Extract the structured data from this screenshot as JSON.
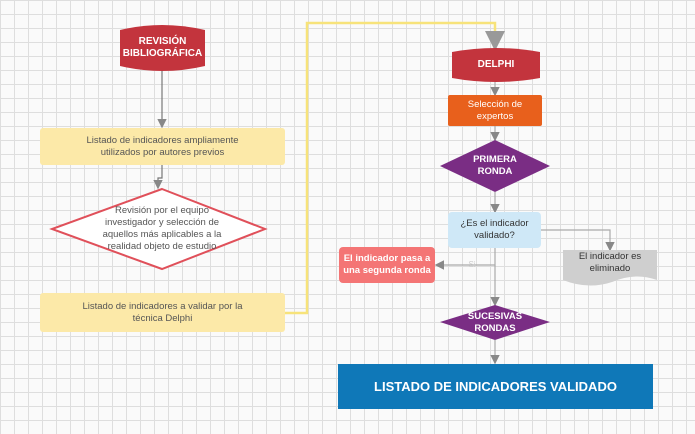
{
  "nodes": {
    "revision": "REVISIÓN BIBLIOGRÁFICA",
    "listado1": "Listado de indicadores ampliamente utilizados por autores previos",
    "revision_equipo": "Revisión por el equipo investigador y selección de aquellos más aplicables a la realidad objeto de estudio",
    "listado2": "Listado de indicadores a validar por la técnica Delphi",
    "delphi": "DELPHI",
    "seleccion": "Selección de expertos",
    "primera": "PRIMERA RONDA",
    "pregunta": "¿Es el indicador validado?",
    "eliminado": "El indicador es eliminado",
    "segunda": "El indicador pasa a una segunda ronda",
    "sucesivas": "SUCESIVAS RONDAS",
    "final": "LISTADO DE INDICADORES VALIDADO"
  },
  "edges": {
    "si_label": "Si"
  },
  "colors": {
    "red": "#c3343d",
    "yellow": "#fce9a8",
    "orange": "#e8601c",
    "purple": "#7a2d84",
    "lightblue": "#cfe8f7",
    "pink": "#f47575",
    "blue": "#0f78b8"
  }
}
